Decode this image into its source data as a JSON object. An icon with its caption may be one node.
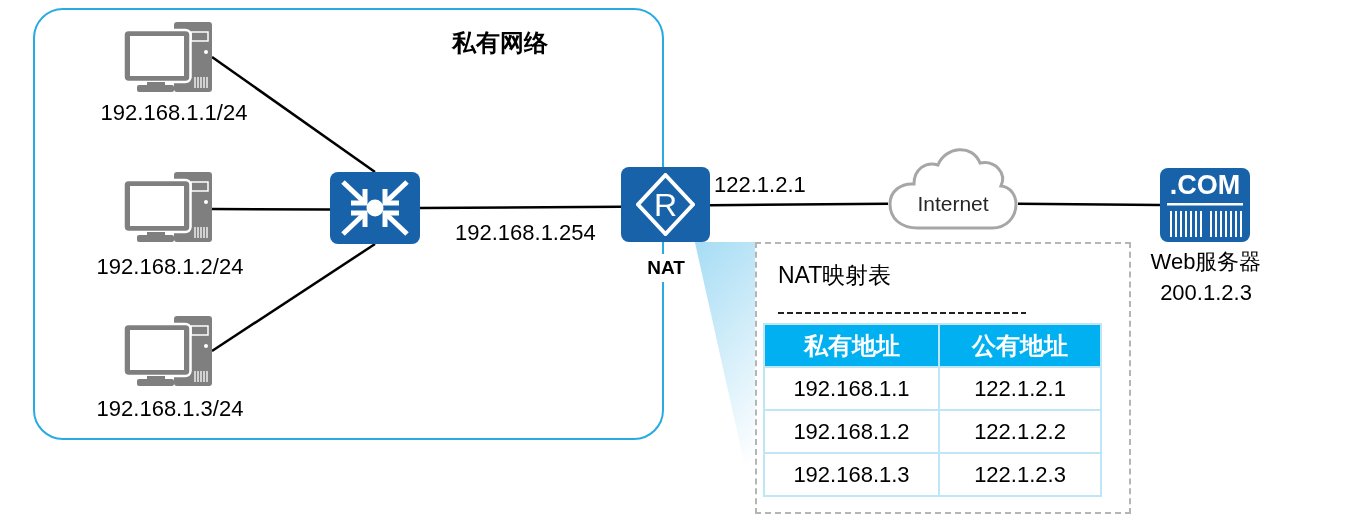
{
  "diagram": {
    "nodes": [
      {
        "text": [
          "私有网络"
        ]
      },
      {
        "text": [],
        "shape": "picture",
        "in": 0,
        "beside": [
          "192.168.1.1/24"
        ]
      },
      {
        "text": [],
        "shape": "picture",
        "in": 0,
        "beside": [
          "192.168.1.2/24"
        ]
      },
      {
        "text": [],
        "shape": "picture",
        "in": 0,
        "beside": [
          "192.168.1.3/24"
        ]
      },
      {
        "text": [],
        "shape": "picture",
        "in": 0
      },
      {
        "text": [
          "R"
        ],
        "beside": [
          "NAT"
        ]
      },
      {
        "text": [
          "Internet"
        ]
      },
      {
        "text": [
          ".COM"
        ],
        "beside": [
          "Web服务器",
          "200.1.2.3"
        ]
      },
      {
        "text": [
          "NAT映射表"
        ]
      }
    ],
    "edges": [
      {
        "from": 1,
        "to": 4,
        "arrow": "none"
      },
      {
        "from": 2,
        "to": 4,
        "arrow": "none"
      },
      {
        "from": 3,
        "to": 4,
        "arrow": "none"
      },
      {
        "from": 4,
        "to": 5,
        "arrow": "none",
        "label": "192.168.1.254"
      },
      {
        "from": 5,
        "to": 6,
        "arrow": "none",
        "label": "122.1.2.1"
      },
      {
        "from": 6,
        "to": 7,
        "arrow": "none"
      },
      {
        "from": 5,
        "to": 8,
        "arrow": "none",
        "style": "thick",
        "color": "#a6dcf4"
      }
    ],
    "labels": [
      "私有地址",
      "公有地址",
      "192.168.1.1",
      "122.1.2.1",
      "192.168.1.2",
      "122.1.2.2",
      "192.168.1.3",
      "122.1.2.3"
    ]
  }
}
